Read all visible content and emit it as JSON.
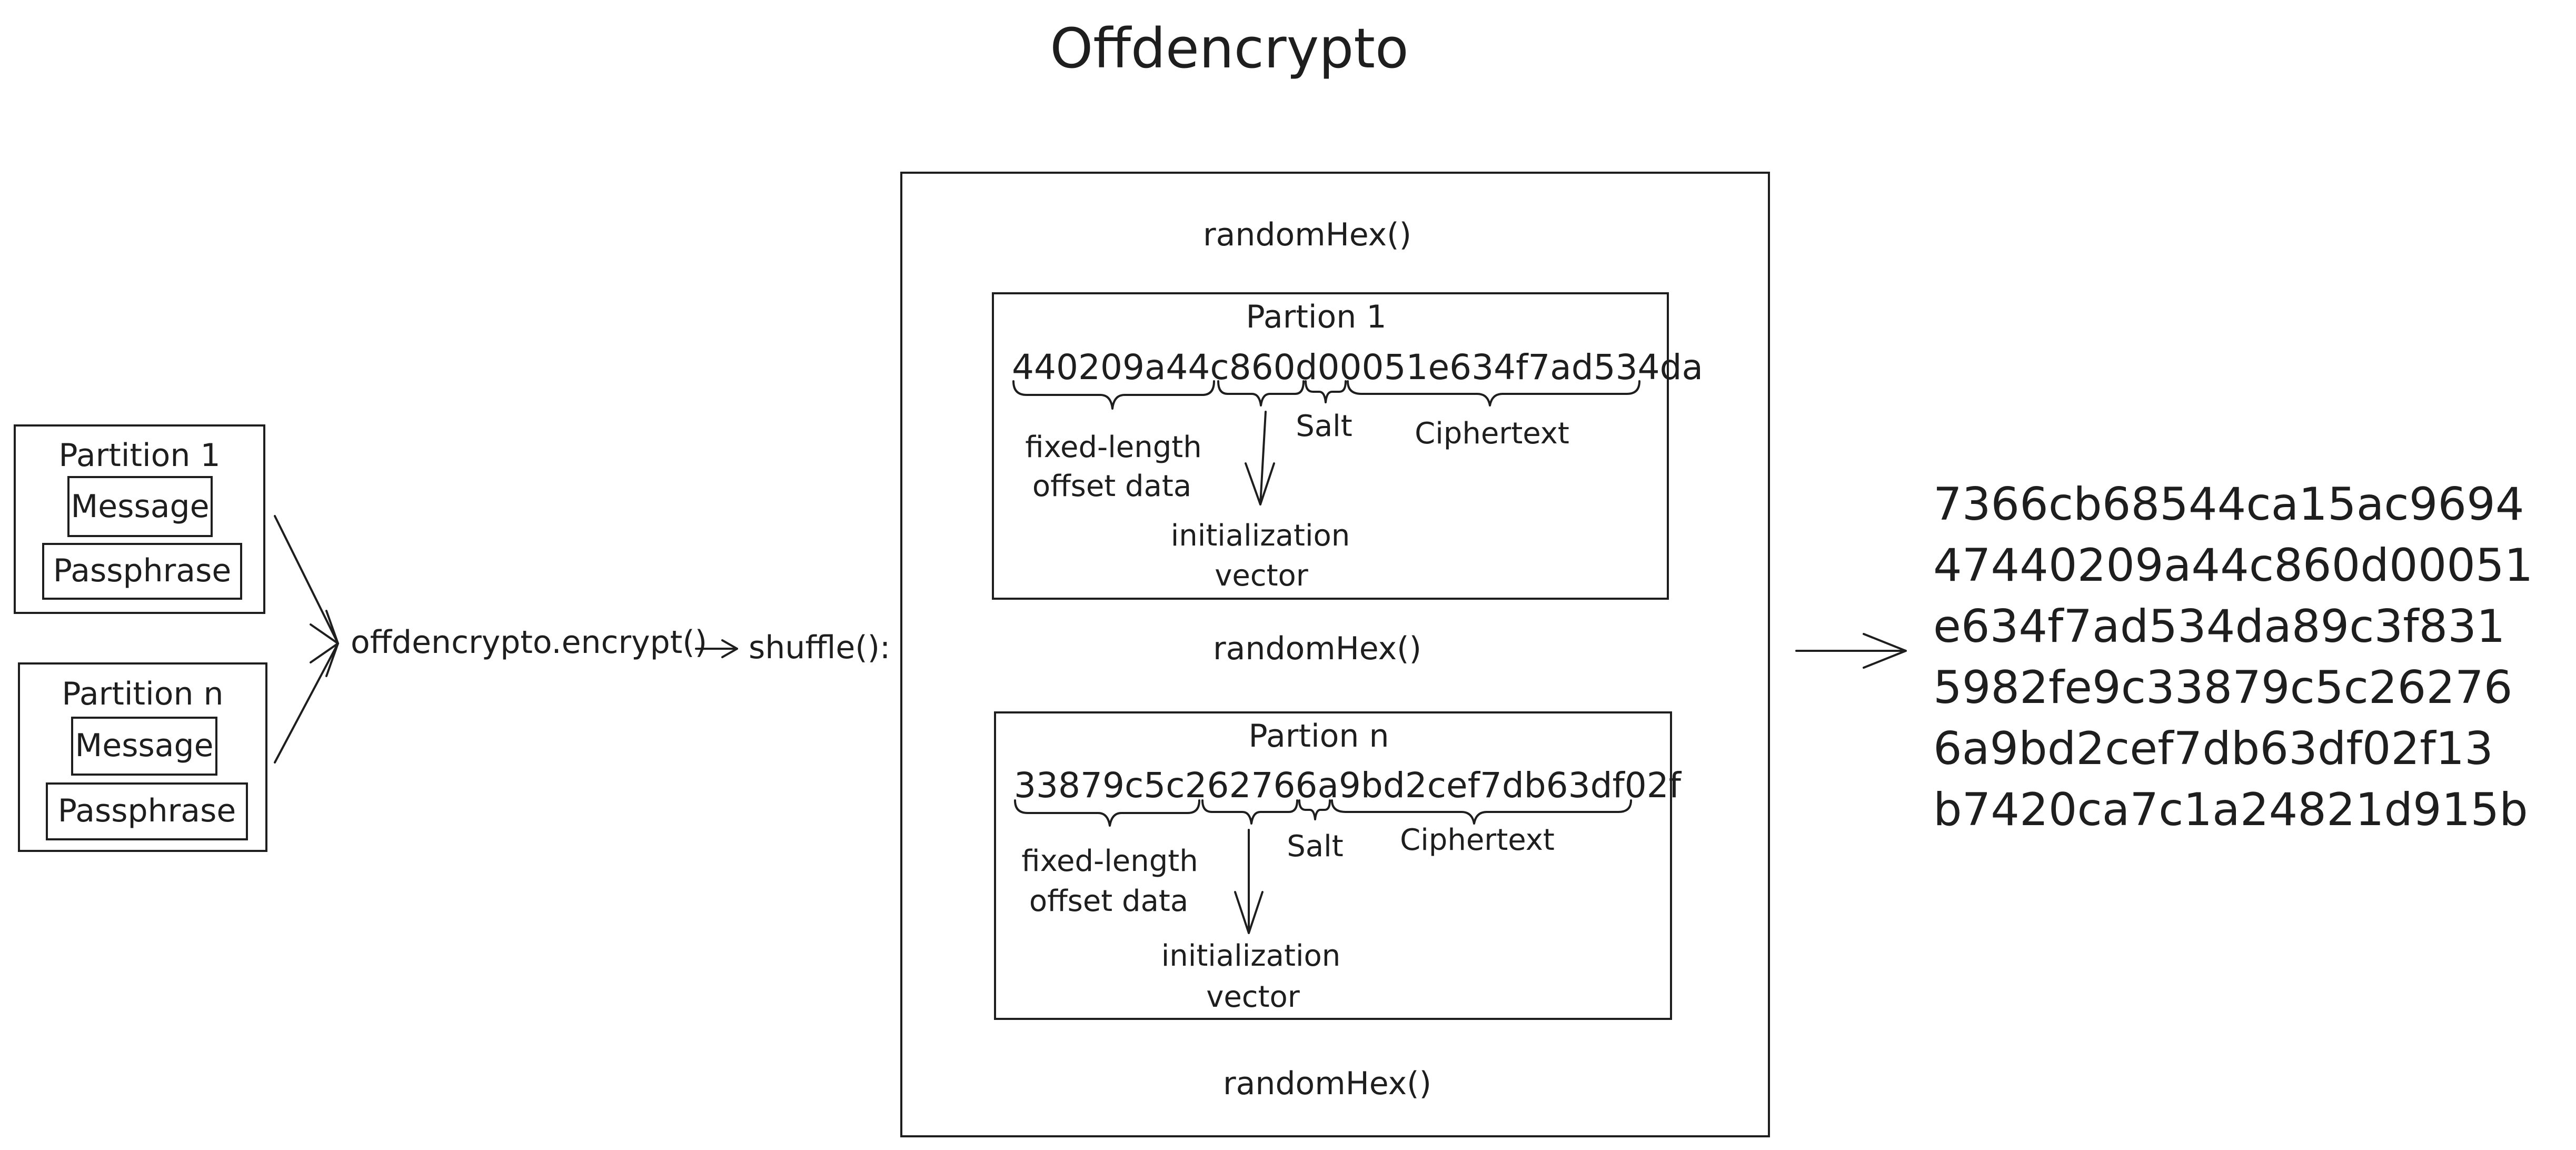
{
  "title": "Offdencrypto",
  "inputs": [
    {
      "title": "Partition 1",
      "message": "Message",
      "passphrase": "Passphrase"
    },
    {
      "title": "Partition n",
      "message": "Message",
      "passphrase": "Passphrase"
    }
  ],
  "pipeline": {
    "encrypt": "offdencrypto.encrypt()",
    "shuffle": "shuffle():"
  },
  "random_hex_label": "randomHex()",
  "partitions": [
    {
      "title": "Partion 1",
      "segments": [
        "440209a44c",
        "860d",
        "00",
        "051e634f7ad534da"
      ],
      "labels": {
        "offset_line1": "fixed-length",
        "offset_line2": "offset data",
        "iv_line1": "initialization",
        "iv_line2": "vector",
        "salt": "Salt",
        "ciphertext": "Ciphertext"
      }
    },
    {
      "title": "Partion n",
      "segments": [
        "33879c5c2",
        "62766a",
        "9",
        "bd2cef7db63df02f"
      ],
      "labels": {
        "offset_line1": "fixed-length",
        "offset_line2": "offset data",
        "iv_line1": "initialization",
        "iv_line2": "vector",
        "salt": "Salt",
        "ciphertext": "Ciphertext"
      }
    }
  ],
  "output_lines": [
    "7366cb68544ca15ac9694",
    "47440209a44c860d00051",
    "e634f7ad534da89c3f831",
    "5982fe9c33879c5c26276",
    "6a9bd2cef7db63df02f13",
    "b7420ca7c1a24821d915b"
  ]
}
